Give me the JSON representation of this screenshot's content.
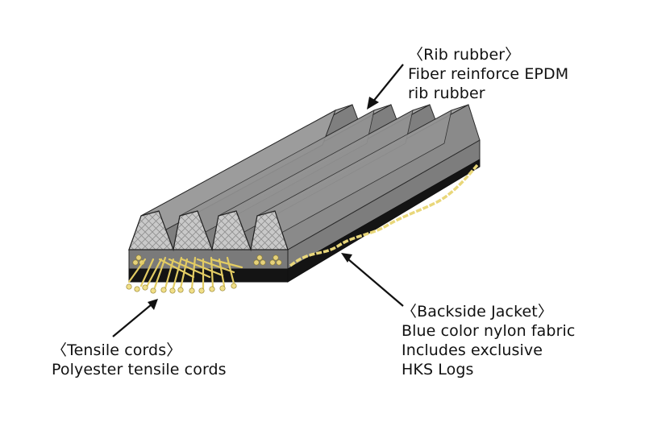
{
  "labels": {
    "rib_rubber": {
      "title": "〈Rib rubber〉",
      "line1": "Fiber reinforce EPDM",
      "line2": "rib rubber"
    },
    "backside_jacket": {
      "title": "〈Backside Jacket〉",
      "line1": "Blue color nylon fabric",
      "line2": "Includes exclusive",
      "line3": "HKS Logs"
    },
    "tensile_cords": {
      "title": "〈Tensile cords〉",
      "line1": "Polyester tensile cords"
    }
  },
  "colors": {
    "rib_top": "#9a9a9a",
    "rib_face": "#c8c8c8",
    "belt_side": "#7a7a7a",
    "backing": "#161616",
    "cord": "#e9d77a",
    "outline": "#222222"
  }
}
